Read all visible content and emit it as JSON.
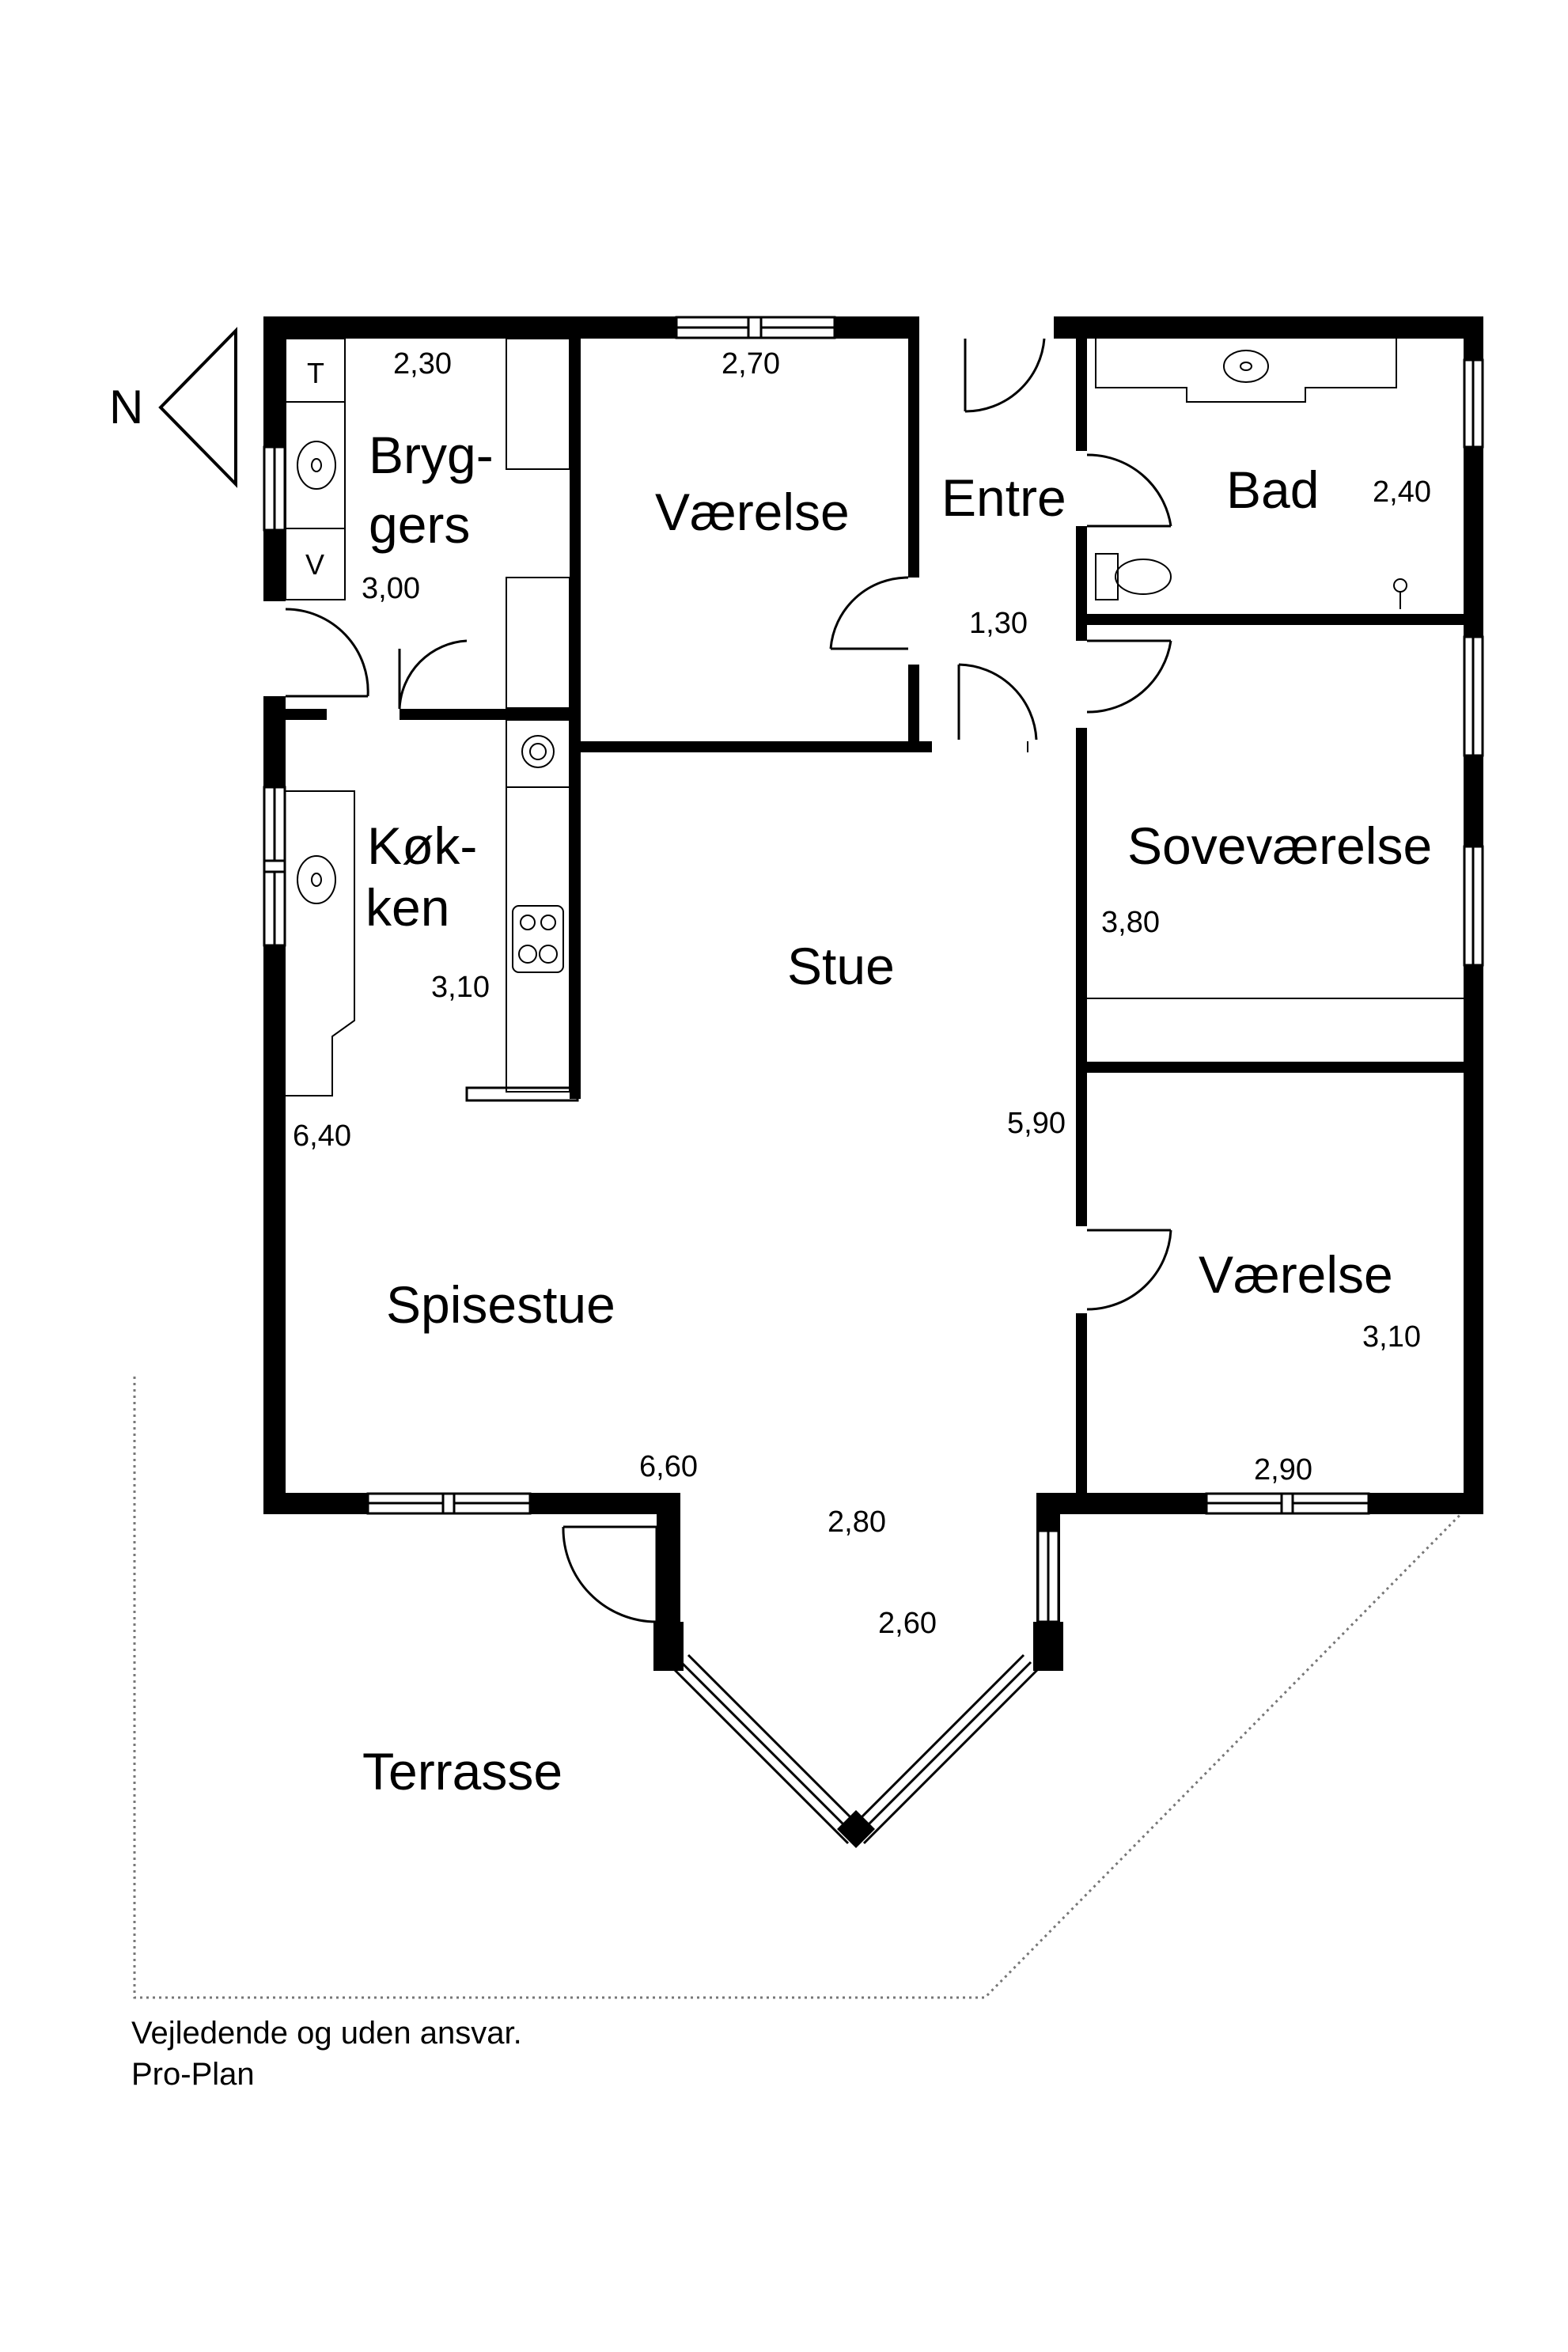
{
  "north": "N",
  "rooms": {
    "bryggers": "Bryg-",
    "bryggers_2": "gers",
    "vaerelse_1": "Værelse",
    "entre": "Entre",
    "bad": "Bad",
    "koekken": "Køk-",
    "koekken_2": "ken",
    "stue": "Stue",
    "sovevaerelse": "Soveværelse",
    "spisestue": "Spisestue",
    "vaerelse_2": "Værelse",
    "terrasse": "Terrasse"
  },
  "dimensions": {
    "bryggers_width": "2,30",
    "bryggers_length": "3,00",
    "vaerelse_1_width": "2,70",
    "bad_length": "2,40",
    "entre_width": "1,30",
    "koekken_length": "3,10",
    "sovevaerelse_length": "3,80",
    "left_length": "6,40",
    "stue_length": "5,90",
    "vaerelse_2_length": "3,10",
    "vaerelse_2_width": "2,90",
    "spisestue_width": "6,60",
    "bay_width": "2,80",
    "bay_depth": "2,60"
  },
  "fixtures": {
    "tumbler": "T",
    "washer": "V"
  },
  "footer": {
    "disclaimer": "Vejledende og uden ansvar.",
    "brand": "Pro-Plan"
  }
}
